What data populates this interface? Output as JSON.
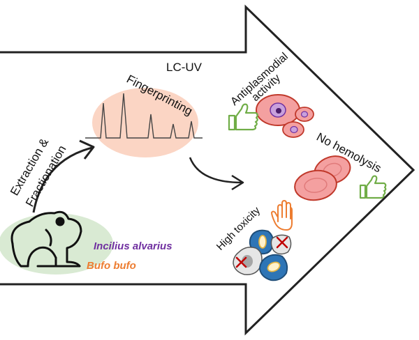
{
  "labels": {
    "extraction": "Extraction &",
    "fractionation": "Fractionation",
    "lcuv": "LC-UV",
    "fingerprinting": "Fingerprinting",
    "antiplasmodial_1": "Antiplasmodial",
    "antiplasmodial_2": "activity",
    "no_hemolysis": "No hemolysis",
    "high_toxicity": "High toxicity",
    "species_1": "Incilius alvarius",
    "species_2": "Bufo bufo"
  },
  "colors": {
    "species_1": "#7030a0",
    "species_2": "#ed7d31",
    "thumb": "#70ad47",
    "hand": "#ed7d31",
    "cross": "#c00000",
    "rbc": "#f4a0a0",
    "frog_blob": "#d9ead3",
    "chrom_blob": "#fbd5c4",
    "cell_blue": "#2e75b6"
  },
  "icons": [
    "thumbs-up-icon",
    "thumbs-up-icon",
    "raised-hand-icon",
    "cross-icon",
    "cross-icon",
    "frog-icon"
  ]
}
